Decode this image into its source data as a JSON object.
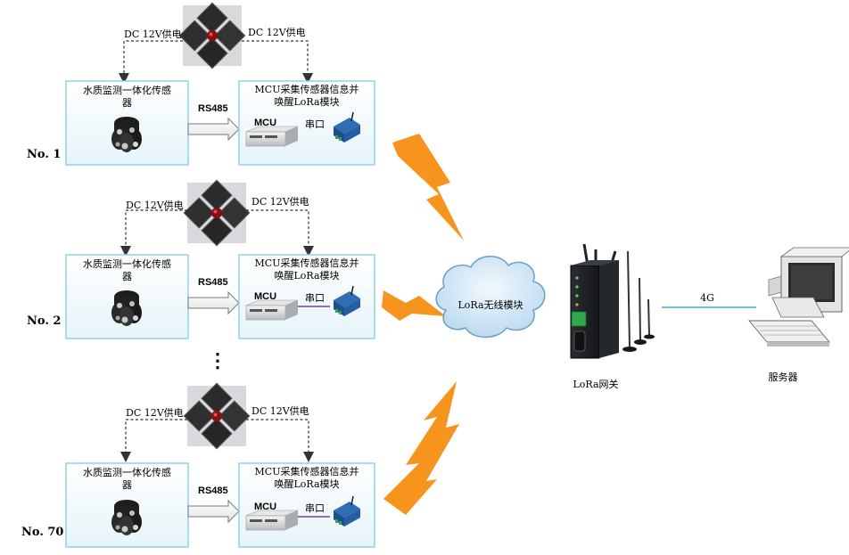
{
  "power_label": "DC 12V供电",
  "sensor_box_label_line1": "水质监测一体化传感",
  "sensor_box_label_line2": "器",
  "mcu_box_label_line1": "MCU采集传感器信息并",
  "mcu_box_label_line2": "唤醒LoRa模块",
  "rs485_label": "RS485",
  "mcu_device_label": "MCU",
  "serial_label": "串口",
  "nodes": [
    {
      "label": "No. 1"
    },
    {
      "label": "No. 2"
    },
    {
      "label": "No. 70"
    }
  ],
  "ellipsis": "⋮",
  "cloud_label": "LoRa无线模块",
  "gateway_label": "LoRa网关",
  "link_label": "4G",
  "server_label": "服务器",
  "colors": {
    "box_border": "#8fd3e6",
    "box_fill_top": "#ffffff",
    "box_fill_bottom": "#e9f6fa",
    "lightning": "#f7941d",
    "cloud_fill": "#cfe6f5",
    "cloud_stroke": "#6a9fc6",
    "link_line": "#3fa9d9",
    "serial_line": "#7a3fa0"
  },
  "icons": {
    "solar_panel": "solar-panel-icon",
    "sensor": "water-sensor-icon",
    "mcu": "mcu-device-icon",
    "lora_module": "lora-module-icon",
    "gateway": "lora-gateway-icon",
    "server": "server-computer-icon",
    "lightning": "lightning-icon",
    "cloud": "cloud-icon"
  }
}
